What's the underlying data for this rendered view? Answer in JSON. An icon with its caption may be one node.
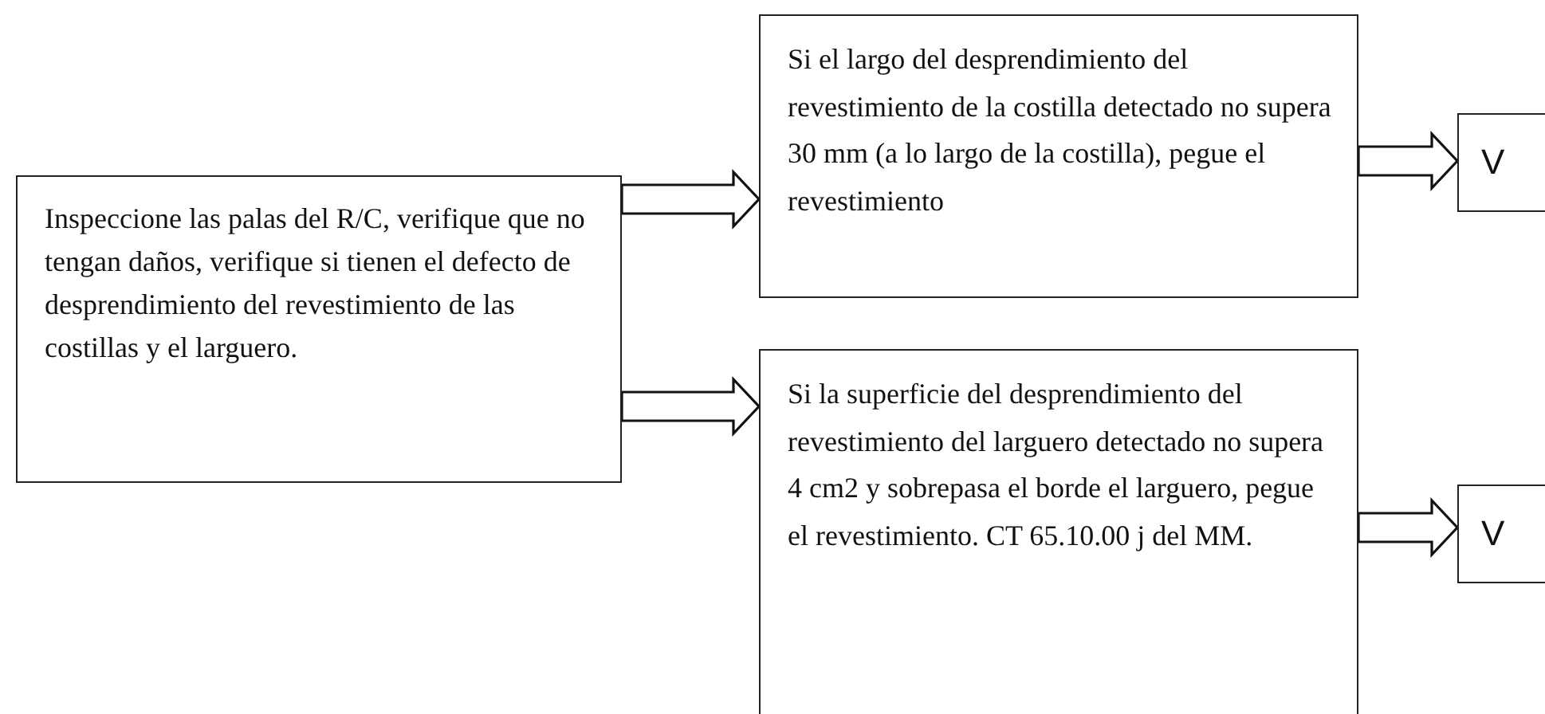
{
  "diagram": {
    "nodes": [
      {
        "text": [
          "Inspeccione las palas del R/C, verifique que no tengan daños, verifique si tienen el defecto de desprendimiento del revestimiento de las costillas y el larguero."
        ]
      },
      {
        "text": [
          "Si el largo del desprendimiento del revestimiento de la costilla detectado no supera 30 mm (a lo largo de la costilla), pegue el revestimiento"
        ]
      },
      {
        "text": [
          "Si la superficie del desprendimiento del revestimiento del larguero detectado no supera 4 cm2 y sobrepasa el borde el larguero, pegue el revestimiento. CT 65.10.00 j del MM."
        ]
      },
      {
        "text": [
          "V"
        ]
      },
      {
        "text": [
          "V"
        ]
      }
    ],
    "edges": [
      {
        "from": 0,
        "to": 1,
        "arrow": "to"
      },
      {
        "from": 0,
        "to": 2,
        "arrow": "to"
      },
      {
        "from": 1,
        "to": 3,
        "arrow": "to"
      },
      {
        "from": 2,
        "to": 4,
        "arrow": "to"
      }
    ]
  }
}
